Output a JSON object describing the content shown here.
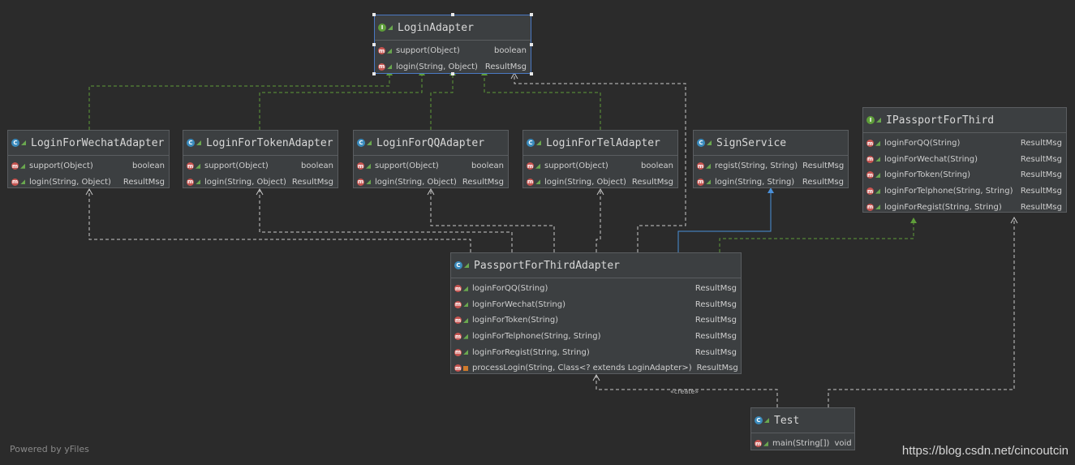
{
  "nodes": [
    {
      "id": "LoginAdapter",
      "kind": "interface",
      "name": "LoginAdapter",
      "members": [
        {
          "sig": "support(Object)",
          "ret": "boolean",
          "vis": "pub"
        },
        {
          "sig": "login(String, Object)",
          "ret": "ResultMsg",
          "vis": "pub"
        }
      ]
    },
    {
      "id": "LoginForWechatAdapter",
      "kind": "class",
      "name": "LoginForWechatAdapter",
      "members": [
        {
          "sig": "support(Object)",
          "ret": "boolean",
          "vis": "pub"
        },
        {
          "sig": "login(String, Object)",
          "ret": "ResultMsg",
          "vis": "pub"
        }
      ]
    },
    {
      "id": "LoginForTokenAdapter",
      "kind": "class",
      "name": "LoginForTokenAdapter",
      "members": [
        {
          "sig": "support(Object)",
          "ret": "boolean",
          "vis": "pub"
        },
        {
          "sig": "login(String, Object)",
          "ret": "ResultMsg",
          "vis": "pub"
        }
      ]
    },
    {
      "id": "LoginForQQAdapter",
      "kind": "class",
      "name": "LoginForQQAdapter",
      "members": [
        {
          "sig": "support(Object)",
          "ret": "boolean",
          "vis": "pub"
        },
        {
          "sig": "login(String, Object)",
          "ret": "ResultMsg",
          "vis": "pub"
        }
      ]
    },
    {
      "id": "LoginForTelAdapter",
      "kind": "class",
      "name": "LoginForTelAdapter",
      "members": [
        {
          "sig": "support(Object)",
          "ret": "boolean",
          "vis": "pub"
        },
        {
          "sig": "login(String, Object)",
          "ret": "ResultMsg",
          "vis": "pub"
        }
      ]
    },
    {
      "id": "SignService",
      "kind": "class",
      "name": "SignService",
      "members": [
        {
          "sig": "regist(String, String)",
          "ret": "ResultMsg",
          "vis": "pub"
        },
        {
          "sig": "login(String, String)",
          "ret": "ResultMsg",
          "vis": "pub"
        }
      ]
    },
    {
      "id": "IPassportForThird",
      "kind": "interface",
      "name": "IPassportForThird",
      "members": [
        {
          "sig": "loginForQQ(String)",
          "ret": "ResultMsg",
          "vis": "pub"
        },
        {
          "sig": "loginForWechat(String)",
          "ret": "ResultMsg",
          "vis": "pub"
        },
        {
          "sig": "loginForToken(String)",
          "ret": "ResultMsg",
          "vis": "pub"
        },
        {
          "sig": "loginForTelphone(String, String)",
          "ret": "ResultMsg",
          "vis": "pub"
        },
        {
          "sig": "loginForRegist(String, String)",
          "ret": "ResultMsg",
          "vis": "pub"
        }
      ]
    },
    {
      "id": "PassportForThirdAdapter",
      "kind": "class",
      "name": "PassportForThirdAdapter",
      "members": [
        {
          "sig": "loginForQQ(String)",
          "ret": "ResultMsg",
          "vis": "pub"
        },
        {
          "sig": "loginForWechat(String)",
          "ret": "ResultMsg",
          "vis": "pub"
        },
        {
          "sig": "loginForToken(String)",
          "ret": "ResultMsg",
          "vis": "pub"
        },
        {
          "sig": "loginForTelphone(String, String)",
          "ret": "ResultMsg",
          "vis": "pub"
        },
        {
          "sig": "loginForRegist(String, String)",
          "ret": "ResultMsg",
          "vis": "pub"
        },
        {
          "sig": "processLogin(String, Class<? extends LoginAdapter>)",
          "ret": "ResultMsg",
          "vis": "priv"
        }
      ]
    },
    {
      "id": "Test",
      "kind": "class",
      "name": "Test",
      "members": [
        {
          "sig": "main(String[])",
          "ret": "void",
          "vis": "pub"
        }
      ]
    }
  ],
  "create_label": "«create»",
  "footer": {
    "left": "Powered by yFiles",
    "right": "https://blog.csdn.net/cincoutcin"
  },
  "colors": {
    "background": "#2b2b2b",
    "node": "#3c3f41",
    "implements": "#5f9e3a",
    "extends": "#4a90d9",
    "dependency": "#c8c8c8"
  }
}
